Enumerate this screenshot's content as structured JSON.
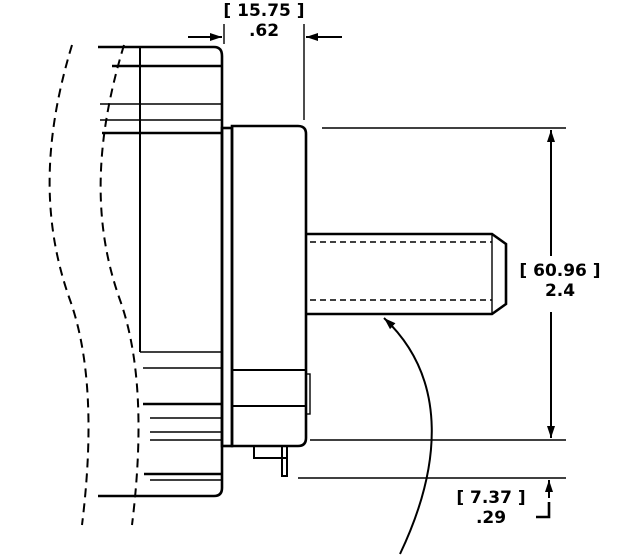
{
  "dimensions": {
    "top_thickness": {
      "mm": "[ 15.75 ]",
      "inch": ".62"
    },
    "shaft_diameter": {
      "mm": "[ 60.96 ]",
      "inch": "2.4"
    },
    "terminal_offset": {
      "mm": "[ 7.37 ]",
      "inch": ".29"
    }
  },
  "colors": {
    "line": "#000000",
    "background": "#ffffff"
  }
}
